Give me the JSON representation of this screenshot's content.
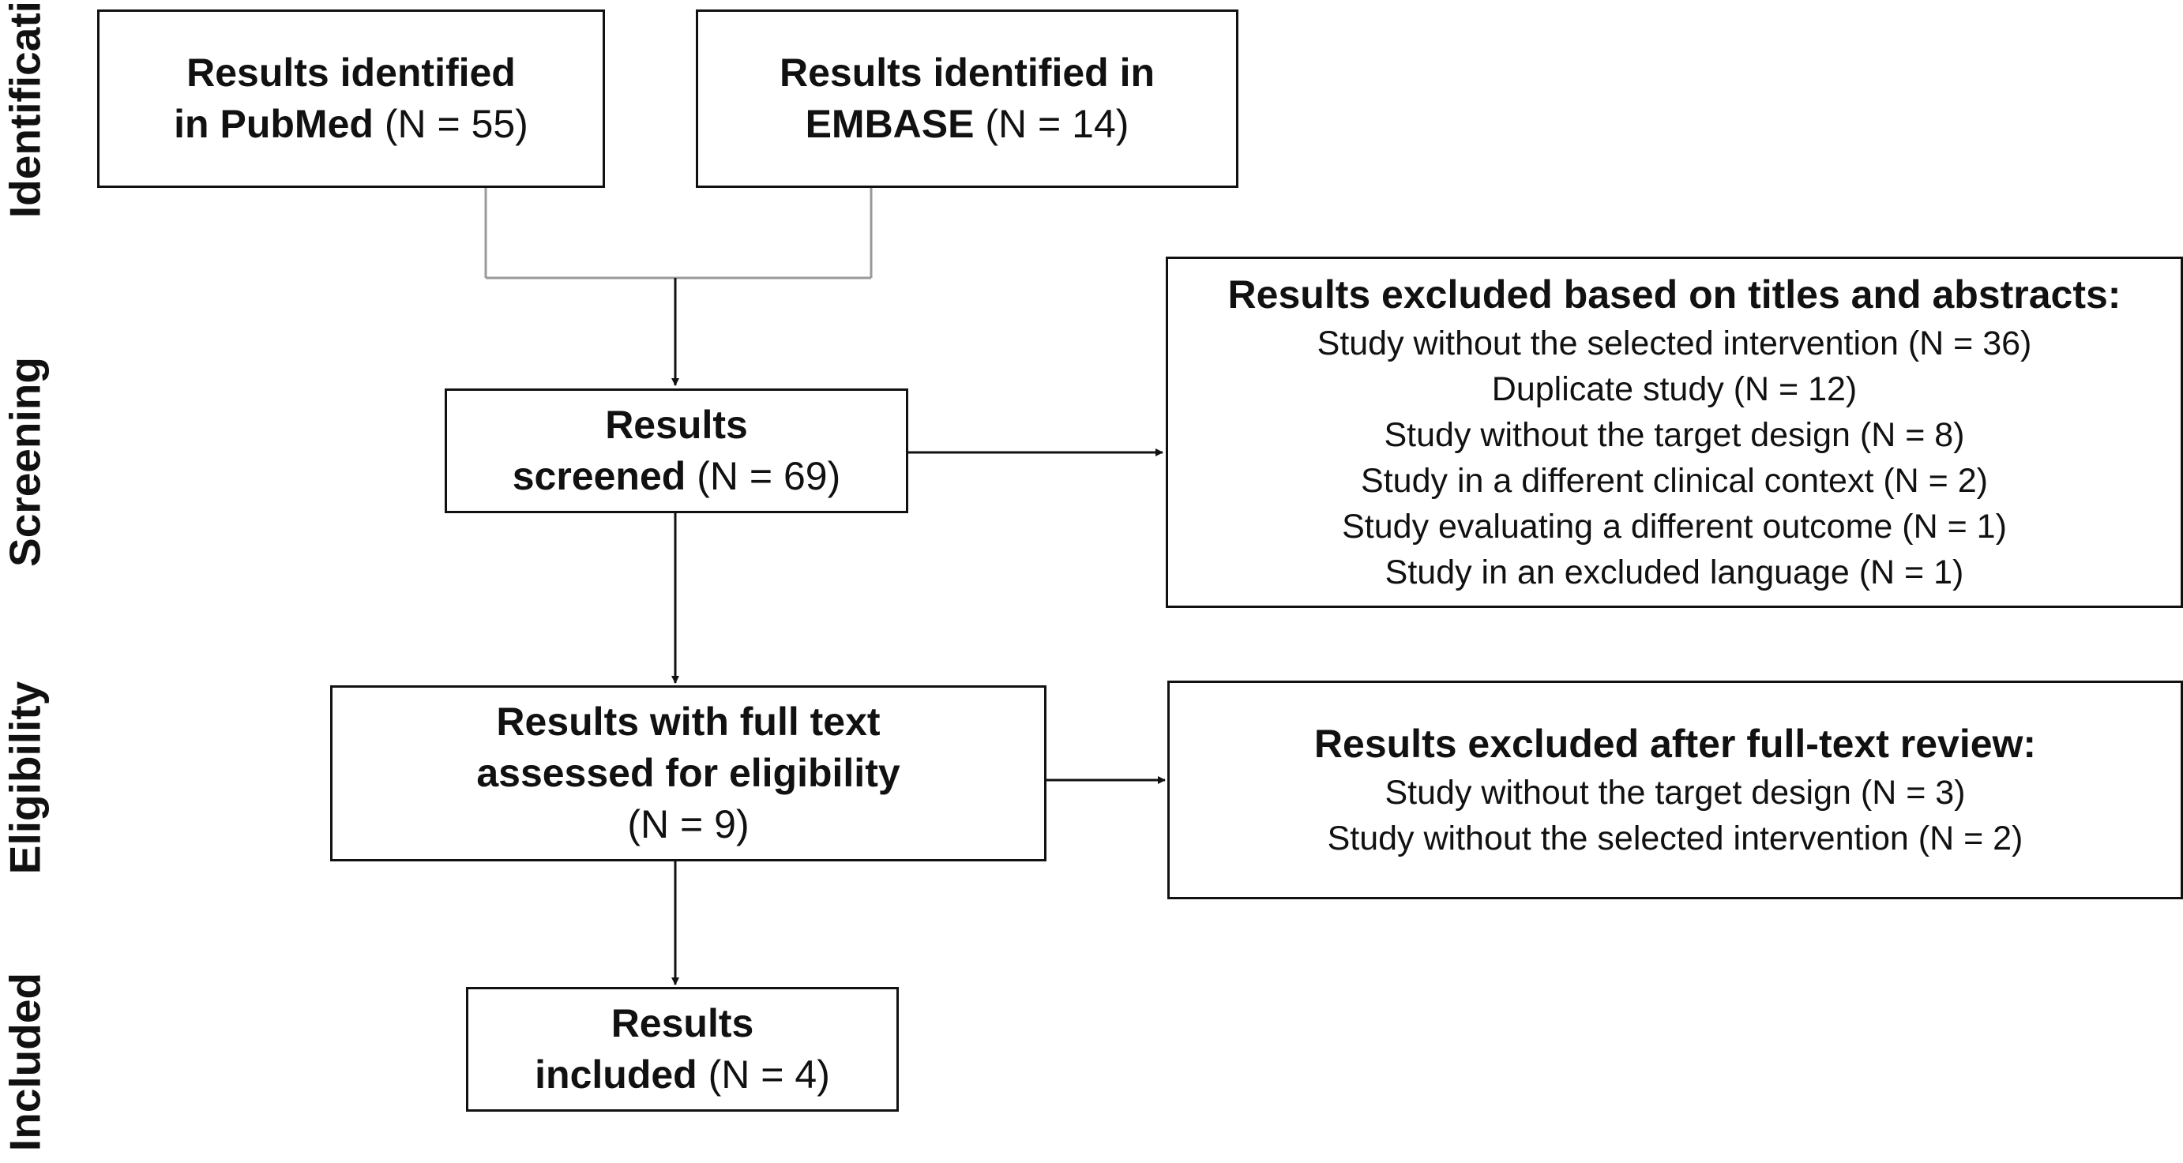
{
  "stages": {
    "identification": "Identification",
    "screening": "Screening",
    "eligibility": "Eligibility",
    "included": "Included"
  },
  "pubmed": {
    "line1": "Results identified",
    "line2_bold": "in PubMed",
    "count": "(N = 55)"
  },
  "embase": {
    "line1": "Results identified in",
    "line2_bold": "EMBASE",
    "count": "(N = 14)"
  },
  "screened": {
    "line1": "Results",
    "line2_bold": "screened",
    "count": "(N = 69)"
  },
  "excluded_screening": {
    "title": "Results excluded based on titles and abstracts:",
    "items": [
      "Study without the selected intervention (N = 36)",
      "Duplicate study (N = 12)",
      "Study without the target design (N = 8)",
      "Study in a different clinical context (N = 2)",
      "Study evaluating a different outcome (N = 1)",
      "Study in an excluded language (N = 1)"
    ]
  },
  "fulltext": {
    "line1": "Results with full text",
    "line2": "assessed for eligibility",
    "count": "(N = 9)"
  },
  "excluded_fulltext": {
    "title": "Results excluded after full-text review:",
    "items": [
      "Study without the target design (N = 3)",
      "Study without the selected intervention (N = 2)"
    ]
  },
  "included": {
    "line1": "Results",
    "line2_bold": "included",
    "count": "(N = 4)"
  }
}
